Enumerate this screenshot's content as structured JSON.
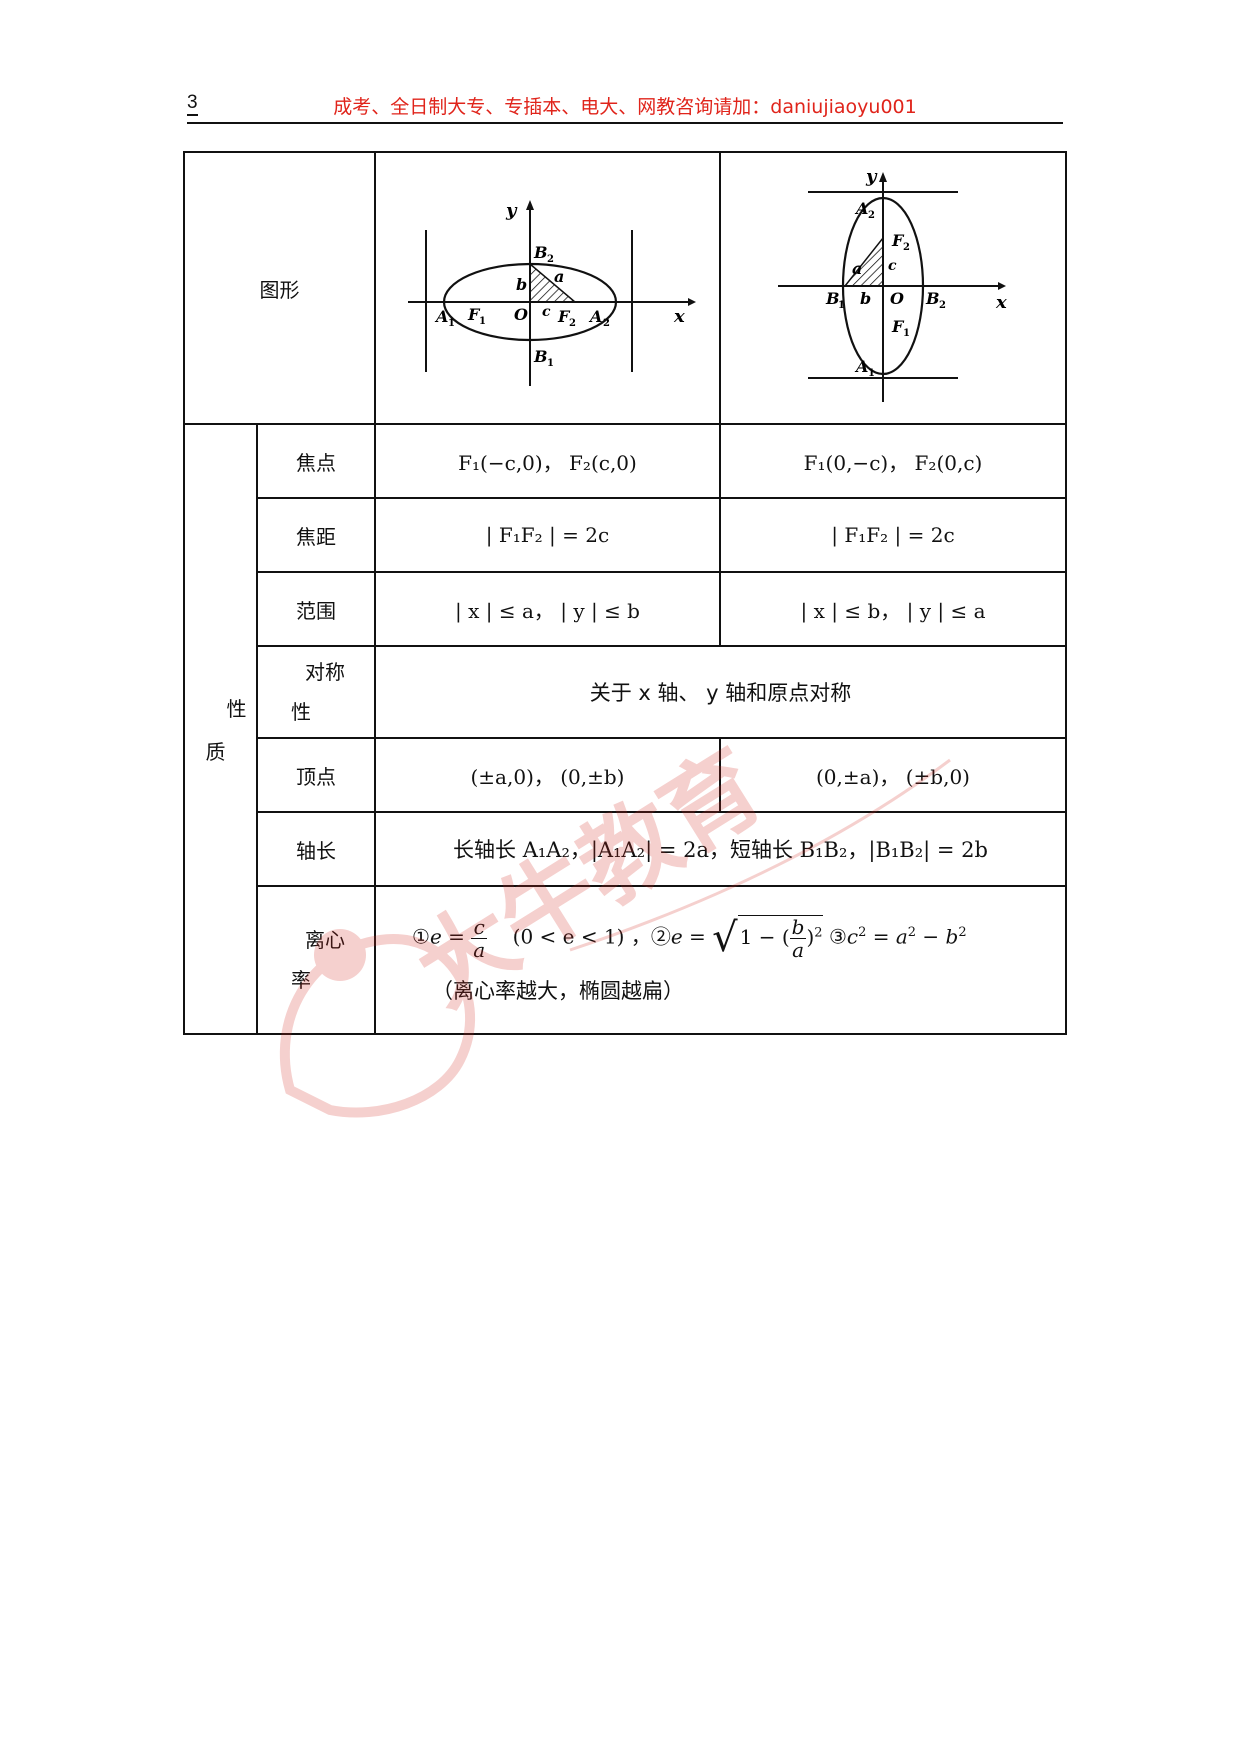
{
  "header": {
    "page_number": "3",
    "text": "成考、全日制大专、专插本、电大、网教咨询请加：daniujiaoyu001"
  },
  "table": {
    "row_figure_label": "图形",
    "group_label_line1": "性",
    "group_label_line2": "质",
    "rows": {
      "focus": {
        "label": "焦点",
        "left": "F₁(−c,0)， F₂(c,0)",
        "right": "F₁(0,−c)， F₂(0,c)"
      },
      "focal_distance": {
        "label": "焦距",
        "left": "| F₁F₂ | = 2c",
        "right": "| F₁F₂ | = 2c"
      },
      "range": {
        "label": "范围",
        "left": "| x | ≤ a， | y | ≤ b",
        "right": "| x | ≤ b， | y | ≤ a"
      },
      "symmetry": {
        "label_line1": "对称",
        "label_line2": "性",
        "value": "关于 x 轴、 y 轴和原点对称"
      },
      "vertex": {
        "label": "顶点",
        "left": "(±a,0)， (0,±b)",
        "right": "(0,±a)， (±b,0)"
      },
      "axis": {
        "label": "轴长",
        "value": "长轴长 A₁A₂，|A₁A₂| = 2a，短轴长 B₁B₂，|B₁B₂| = 2b"
      },
      "eccentricity": {
        "label_line1": "离心",
        "label_line2": "率",
        "formula_part1": "①",
        "formula_part2": "(0 < e < 1) ，②",
        "formula_part3": "③",
        "note": "（离心率越大，椭圆越扁）"
      }
    }
  },
  "figure_left": {
    "labels": {
      "y": "y",
      "x": "x",
      "B2": "B",
      "B1": "B",
      "A1": "A",
      "A2": "A",
      "F1": "F",
      "F2": "F",
      "O": "O",
      "a": "a",
      "b": "b",
      "c": "c"
    }
  },
  "figure_right": {
    "labels": {
      "y": "y",
      "x": "x",
      "A2": "A",
      "A1": "A",
      "F2": "F",
      "F1": "F",
      "B1": "B",
      "B2": "B",
      "O": "O",
      "a": "a",
      "b": "b",
      "c": "c"
    }
  },
  "watermark": {
    "text": "大牛教育"
  },
  "colors": {
    "header_text": "#e0241b",
    "border": "#111111",
    "watermark": "#d22a20"
  }
}
